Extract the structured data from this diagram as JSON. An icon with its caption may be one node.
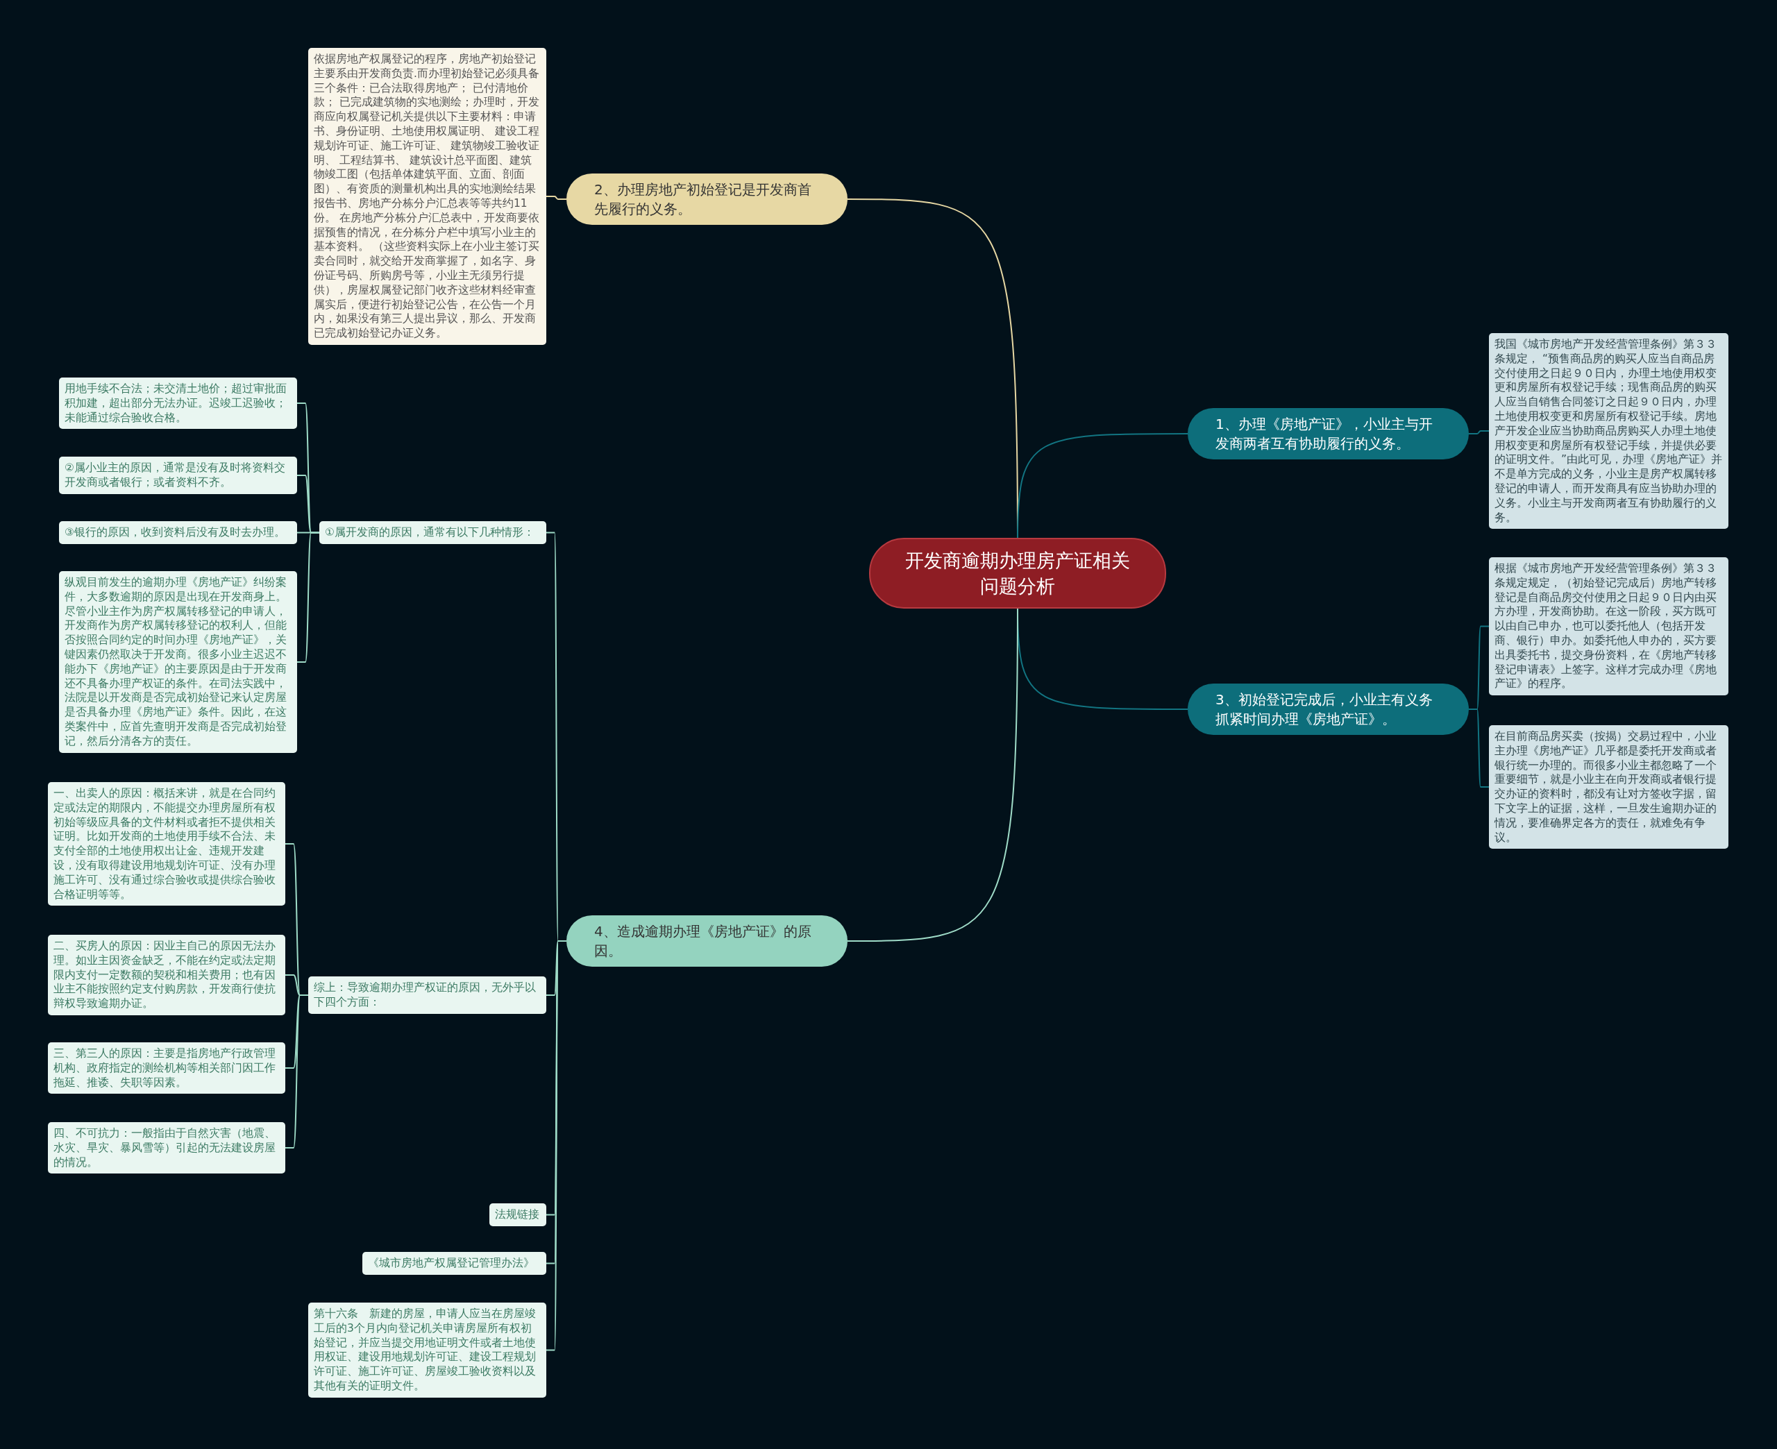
{
  "diagram": {
    "nodes": [
      {
        "text": [
          "开发商逾期办理房产证相关问题分析"
        ]
      },
      {
        "text": [
          "2、办理房地产初始登记是开发商首先履行的义务。"
        ]
      },
      {
        "text": [
          "依据房地产权属登记的程序，房地产初始登记主要系由开发商负责.而办理初始登记必须具备三个条件：已合法取得房地产； 已付清地价款； 已完成建筑物的实地测绘；办理时，开发商应向权属登记机关提供以下主要材料：申请书、身份证明、土地使用权属证明、 建设工程规划许可证、施工许可证、 建筑物竣工验收证明、 工程结算书、 建筑设计总平面图、建筑物竣工图（包括单体建筑平面、立面、剖面图）、有资质的测量机构出具的实地测绘结果报告书、房地产分栋分户汇总表等等共约11份。 在房地产分栋分户汇总表中，开发商要依据预售的情况，在分栋分户栏中填写小业主的基本资料。 （这些资料实际上在小业主签订买卖合同时，就交给开发商掌握了，如名字、身份证号码、所购房号等，小业主无须另行提供），房屋权属登记部门收齐这些材料经审查属实后，便进行初始登记公告，在公告一个月内，如果没有第三人提出异议，那么、开发商已完成初始登记办证义务。"
        ]
      },
      {
        "text": [
          "1、办理《房地产证》，小业主与开发商两者互有协助履行的义务。"
        ]
      },
      {
        "text": [
          "我国《城市房地产开发经营管理条例》第３３条规定， “预售商品房的购买人应当自商品房交付使用之日起９０日内，办理土地使用权变更和房屋所有权登记手续；现售商品房的购买人应当自销售合同签订之日起９０日内，办理土地使用权变更和房屋所有权登记手续。房地产开发企业应当协助商品房购买人办理土地使用权变更和房屋所有权登记手续，并提供必要的证明文件。”由此可见，办理《房地产证》并不是单方完成的义务，小业主是房产权属转移登记的申请人，而开发商具有应当协助办理的义务。小业主与开发商两者互有协助履行的义务。"
        ]
      },
      {
        "text": [
          "3、初始登记完成后，小业主有义务抓紧时间办理《房地产证》。"
        ]
      },
      {
        "text": [
          "根据《城市房地产开发经营管理条例》第３３条规定规定，（初始登记完成后）房地产转移登记是自商品房交付使用之日起９０日内由买方办理，开发商协助。在这一阶段，买方既可以由自己申办，也可以委托他人（包括开发商、银行）申办。如委托他人申办的，买方要出具委托书，提交身份资料，在《房地产转移登记申请表》上签字。这样才完成办理《房地产证》的程序。"
        ]
      },
      {
        "text": [
          "在目前商品房买卖（按揭）交易过程中，小业主办理《房地产证》几乎都是委托开发商或者银行统一办理的。而很多小业主都忽略了一个重要细节，就是小业主在向开发商或者银行提交办证的资料时，都没有让对方签收字据，留下文字上的证据，这样，一旦发生逾期办证的情况，要准确界定各方的责任，就难免有争议。"
        ]
      },
      {
        "text": [
          "4、造成逾期办理《房地产证》的原因。"
        ]
      },
      {
        "text": [
          "①属开发商的原因，通常有以下几种情形："
        ]
      },
      {
        "text": [
          "用地手续不合法；未交清土地价；超过审批面积加建，超出部分无法办证。迟竣工迟验收；未能通过综合验收合格。"
        ]
      },
      {
        "text": [
          "②属小业主的原因，通常是没有及时将资料交开发商或者银行；或者资料不齐。"
        ]
      },
      {
        "text": [
          "③银行的原因，收到资料后没有及时去办理。"
        ]
      },
      {
        "text": [
          "纵观目前发生的逾期办理《房地产证》纠纷案件，大多数逾期的原因是出现在开发商身上。尽管小业主作为房产权属转移登记的申请人，开发商作为房产权属转移登记的权利人，但能否按照合同约定的时间办理《房地产证》，关键因素仍然取决于开发商。很多小业主迟迟不能办下《房地产证》的主要原因是由于开发商还不具备办理产权证的条件。在司法实践中，法院是以开发商是否完成初始登记来认定房屋是否具备办理《房地产证》条件。因此，在这类案件中，应首先查明开发商是否完成初始登记，然后分清各方的责任。"
        ]
      },
      {
        "text": [
          "综上：导致逾期办理产权证的原因，无外乎以下四个方面："
        ]
      },
      {
        "text": [
          "一、出卖人的原因：概括来讲，就是在合同约定或法定的期限内，不能提交办理房屋所有权初始等级应具备的文件材料或者拒不提供相关证明。比如开发商的土地使用手续不合法、未支付全部的土地使用权出让金、违规开发建设，没有取得建设用地规划许可证、没有办理施工许可、没有通过综合验收或提供综合验收合格证明等等。"
        ]
      },
      {
        "text": [
          "二、买房人的原因：因业主自己的原因无法办理。如业主因资金缺乏，不能在约定或法定期限内支付一定数额的契税和相关费用；也有因业主不能按照约定支付购房款，开发商行使抗辩权导致逾期办证。"
        ]
      },
      {
        "text": [
          "三、第三人的原因：主要是指房地产行政管理机构、政府指定的测绘机构等相关部门因工作拖延、推诿、失职等因素。"
        ]
      },
      {
        "text": [
          "四、不可抗力：一般指由于自然灾害（地震、水灾、旱灾、暴风雪等）引起的无法建设房屋的情况。"
        ]
      },
      {
        "text": [
          "法规链接"
        ]
      },
      {
        "text": [
          "《城市房地产权属登记管理办法》"
        ]
      },
      {
        "text": [
          "第十六条　新建的房屋，申请人应当在房屋竣工后的3个月内向登记机关申请房屋所有权初始登记，并应当提交用地证明文件或者土地使用权证、建设用地规划许可证、建设工程规划许可证、施工许可证、房屋竣工验收资料以及其他有关的证明文件。"
        ]
      }
    ],
    "edges": [
      {
        "from": 0,
        "to": 1,
        "arrow": "none",
        "color": "#e6d7a3"
      },
      {
        "from": 1,
        "to": 2,
        "arrow": "none",
        "color": "#e6d7a3"
      },
      {
        "from": 0,
        "to": 3,
        "arrow": "none",
        "color": "#127582"
      },
      {
        "from": 3,
        "to": 4,
        "arrow": "none",
        "color": "#127582"
      },
      {
        "from": 0,
        "to": 5,
        "arrow": "none",
        "color": "#127582"
      },
      {
        "from": 5,
        "to": 6,
        "arrow": "none",
        "color": "#127582"
      },
      {
        "from": 5,
        "to": 7,
        "arrow": "none",
        "color": "#127582"
      },
      {
        "from": 0,
        "to": 8,
        "arrow": "none"
      },
      {
        "from": 8,
        "to": 9,
        "arrow": "none"
      },
      {
        "from": 9,
        "to": 10,
        "arrow": "none"
      },
      {
        "from": 9,
        "to": 11,
        "arrow": "none"
      },
      {
        "from": 9,
        "to": 12,
        "arrow": "none"
      },
      {
        "from": 9,
        "to": 13,
        "arrow": "none"
      },
      {
        "from": 8,
        "to": 14,
        "arrow": "none"
      },
      {
        "from": 14,
        "to": 15,
        "arrow": "none"
      },
      {
        "from": 14,
        "to": 16,
        "arrow": "none"
      },
      {
        "from": 14,
        "to": 17,
        "arrow": "none"
      },
      {
        "from": 14,
        "to": 18,
        "arrow": "none"
      },
      {
        "from": 8,
        "to": 19,
        "arrow": "none"
      },
      {
        "from": 8,
        "to": 20,
        "arrow": "none"
      },
      {
        "from": 8,
        "to": 21,
        "arrow": "none"
      }
    ]
  }
}
